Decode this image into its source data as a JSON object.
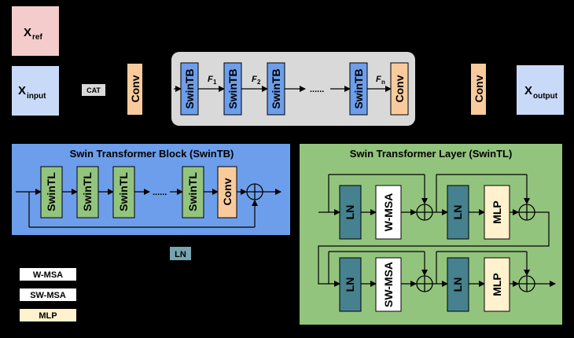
{
  "inputs": {
    "xref_main": "X",
    "xref_sub": "ref",
    "xinput_main": "X",
    "xinput_sub": "input",
    "xoutput_main": "X",
    "xoutput_sub": "output",
    "cat": "CAT"
  },
  "top": {
    "conv": "Conv",
    "swintb": "SwinTB",
    "f1_main": "F",
    "f1_sub": "1",
    "f2_main": "F",
    "f2_sub": "2",
    "fn_main": "F",
    "fn_sub": "n",
    "dots": "......",
    "conv_inner": "Conv",
    "conv_out": "Conv"
  },
  "swintb_panel": {
    "title": "Swin Transformer Block (SwinTB)",
    "swintl": "SwinTL",
    "dots": "......",
    "conv": "Conv"
  },
  "swintl_panel": {
    "title": "Swin Transformer Layer (SwinTL)",
    "ln": "LN",
    "wmsa": "W-MSA",
    "swmsa": "SW-MSA",
    "mlp": "MLP"
  },
  "legend": {
    "ln": "LN",
    "wmsa": "W-MSA",
    "swmsa": "SW-MSA",
    "mlp": "MLP"
  },
  "colors": {
    "ref": "#f4cccc",
    "input": "#c9daf8",
    "conv": "#f9cb9c",
    "swintb": "#6d9eeb",
    "swintl": "#93c47d",
    "ln": "#45818e",
    "mlp": "#fff2cc",
    "gray_panel": "#d9d9d9"
  }
}
